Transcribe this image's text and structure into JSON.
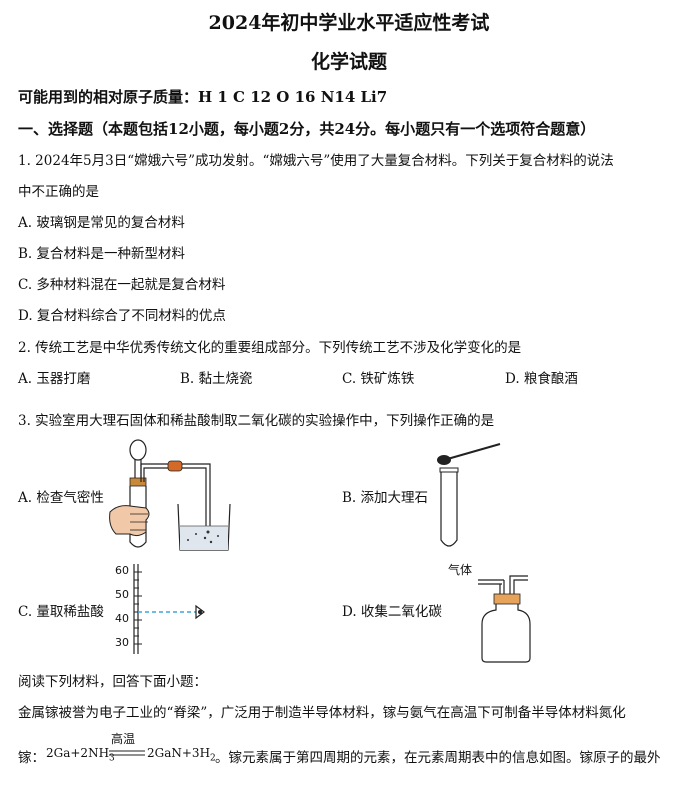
{
  "title": "2024年初中学业水平适应性考试",
  "subtitle": "化学试题",
  "atomic_mass_note": "可能用到的相对原子质量：H 1 C 12 O 16 N14 Li7",
  "section1": "一、选择题（本题包括12小题，每小题2分，共24分。每小题只有一个选项符合题意）",
  "q1": {
    "stem_line1": "1. 2024年5月3日“嫦娥六号”成功发射。“嫦娥六号”使用了大量复合材料。下列关于复合材料的说法",
    "stem_line2": "中不正确的是",
    "options": [
      "A. 玻璃钢是常见的复合材料",
      "B. 复合材料是一种新型材料",
      "C. 多种材料混在一起就是复合材料",
      "D. 复合材料综合了不同材料的优点"
    ]
  },
  "q2": {
    "stem": "2. 传统工艺是中华优秀传统文化的重要组成部分。下列传统工艺不涉及化学变化的是",
    "options": [
      "A. 玉器打磨",
      "B. 黏土烧瓷",
      "C. 铁矿炼铁",
      "D. 粮食酿酒"
    ]
  },
  "q3": {
    "stem": "3. 实验室用大理石固体和稀盐酸制取二氧化碳的实验操作中，下列操作正确的是",
    "options": [
      "A. 检查气密性",
      "B. 添加大理石",
      "C. 量取稀盐酸",
      "D. 收集二氧化碳"
    ],
    "cylinder_ticks": [
      "60",
      "50",
      "40",
      "30"
    ],
    "gas_label": "气体"
  },
  "reading": {
    "intro": "阅读下列材料，回答下面小题：",
    "line1": "金属镓被誉为电子工业的“脊梁”，广泛用于制造半导体材料，镓与氨气在高温下可制备半导体材料氮化",
    "line2_start": "镓：",
    "eq_left": "2Ga+2NH",
    "eq_left_sub": "3",
    "eq_condition": "高温",
    "eq_right": "2GaN+3H",
    "eq_right_sub": "2",
    "line2_end": "。镓元素属于第四周期的元素，在元素周期表中的信息如图。镓原子的最外"
  }
}
